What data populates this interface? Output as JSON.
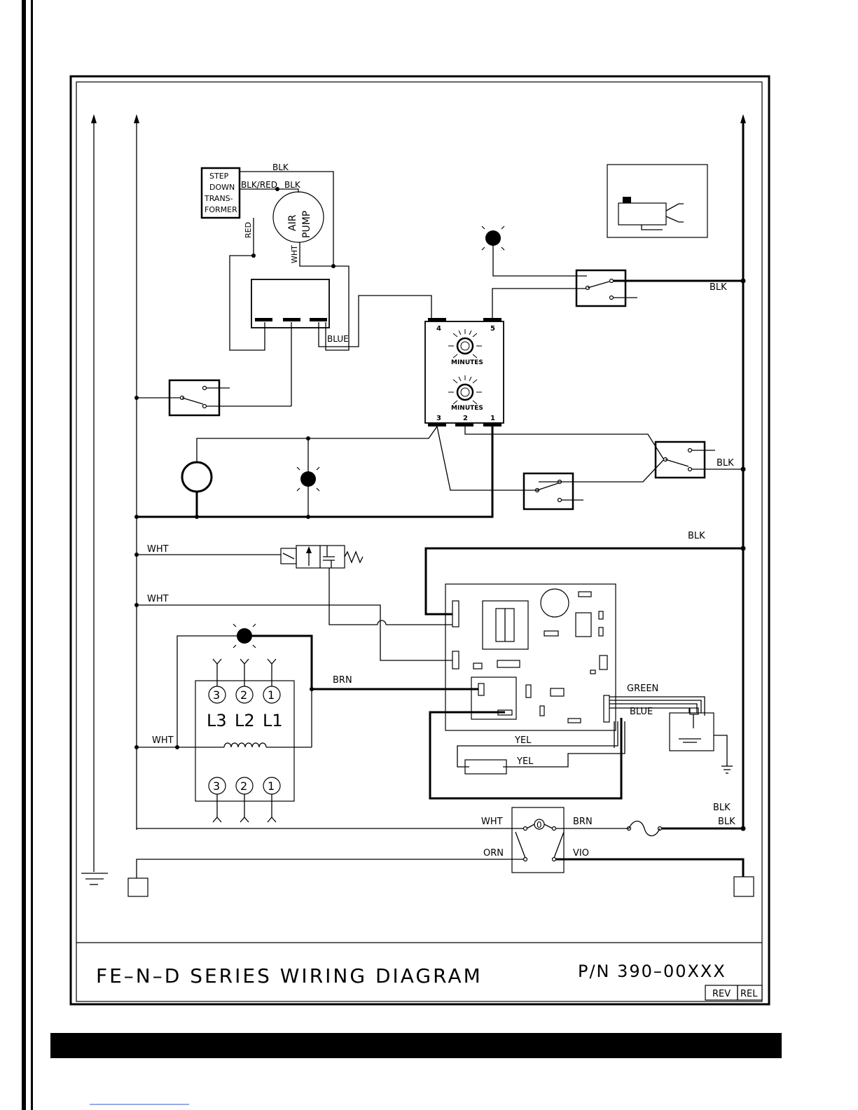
{
  "title_block": {
    "title": "FE–N–D SERIES WIRING DIAGRAM",
    "part_number": "P/N 390–00XXX",
    "rev": "REV",
    "rel": "REL"
  },
  "transformer": {
    "line1": "STEP",
    "line2": "DOWN",
    "line3": "TRANS-",
    "line4": "FORMER"
  },
  "air_pump": {
    "line1": "AIR",
    "line2": "PUMP"
  },
  "timer": {
    "dial_label": "MINUTES",
    "terminals": [
      "4",
      "5",
      "3",
      "2",
      "1"
    ]
  },
  "contactor": {
    "top_terminals": [
      "3",
      "2",
      "1"
    ],
    "line_labels": [
      "L3",
      "L2",
      "L1"
    ],
    "bottom_terminals": [
      "3",
      "2",
      "1"
    ]
  },
  "power_switch": {
    "center_label": "0"
  },
  "wire_labels": {
    "blk_top": "BLK",
    "blk_red": "BLK/RED",
    "blk_pump": "BLK",
    "red": "RED",
    "wht_pump": "WHT",
    "blue_relay": "BLUE",
    "blk_right1": "BLK",
    "blk_right2": "BLK",
    "blk_right3": "BLK",
    "wht_solenoid": "WHT",
    "wht_board": "WHT",
    "brn_contactor": "BRN",
    "green": "GREEN",
    "blue_probe": "BLUE",
    "yel1": "YEL",
    "yel2": "YEL",
    "wht_coil": "WHT",
    "wht_switch": "WHT",
    "brn_switch": "BRN",
    "blk_fuse1": "BLK",
    "blk_fuse2": "BLK",
    "orn": "ORN",
    "vio": "VIO"
  }
}
